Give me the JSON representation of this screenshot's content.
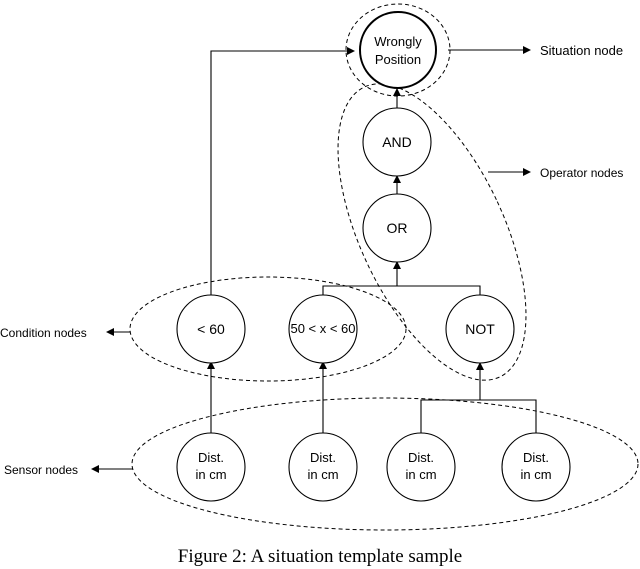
{
  "nodes": {
    "situation": {
      "line1": "Wrongly",
      "line2": "Position"
    },
    "and": "AND",
    "or": "OR",
    "not": "NOT",
    "cond_lt60": "< 60",
    "cond_range": "50 < x < 60",
    "sensors": [
      {
        "line1": "Dist.",
        "line2": "in cm"
      },
      {
        "line1": "Dist.",
        "line2": "in cm"
      },
      {
        "line1": "Dist.",
        "line2": "in cm"
      },
      {
        "line1": "Dist.",
        "line2": "in cm"
      }
    ]
  },
  "labels": {
    "situation_node": "Situation node",
    "operator_nodes": "Operator nodes",
    "condition_nodes": "Condition nodes",
    "sensor_nodes": "Sensor nodes"
  },
  "caption": "Figure 2: A situation template sample"
}
